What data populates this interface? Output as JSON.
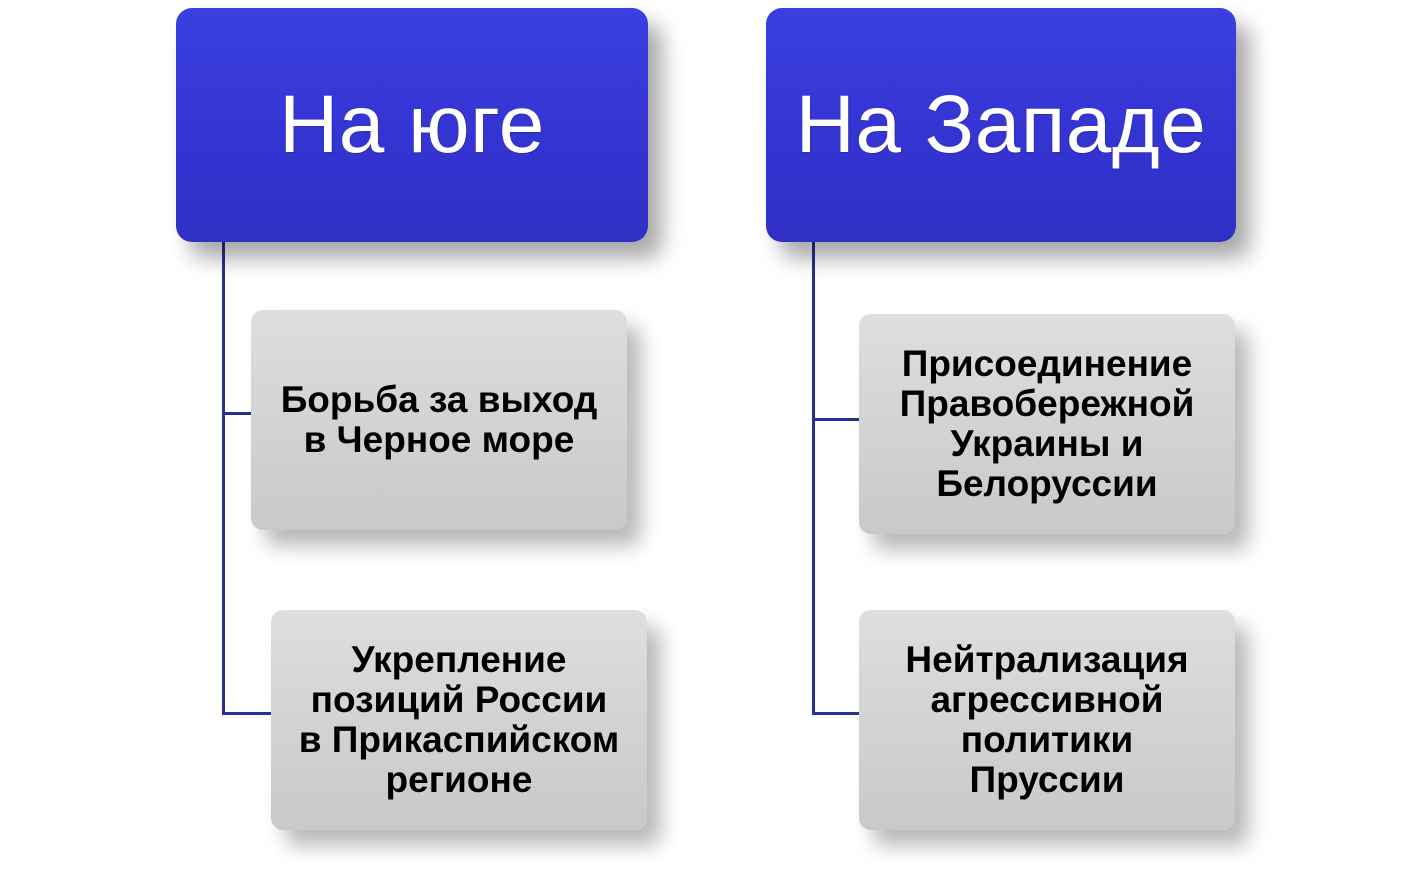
{
  "columns": [
    {
      "title": "На юге",
      "items": [
        {
          "lines": [
            "Борьба за выход",
            "в Черное море"
          ]
        },
        {
          "lines": [
            "Укрепление",
            "позиций России",
            "в Прикаспийском",
            "регионе"
          ]
        }
      ]
    },
    {
      "title": "На Западе",
      "items": [
        {
          "lines": [
            "Присоединение",
            "Правобережной",
            "Украины и",
            "Белоруссии"
          ]
        },
        {
          "lines": [
            "Нейтрализация",
            "агрессивной",
            "политики",
            "Пруссии"
          ]
        }
      ]
    }
  ],
  "colors": {
    "header_fill": "#3434d2",
    "card_fill": "#d3d3d3",
    "connector": "#2a2f93",
    "header_text": "#ffffff",
    "card_text": "#000000"
  }
}
